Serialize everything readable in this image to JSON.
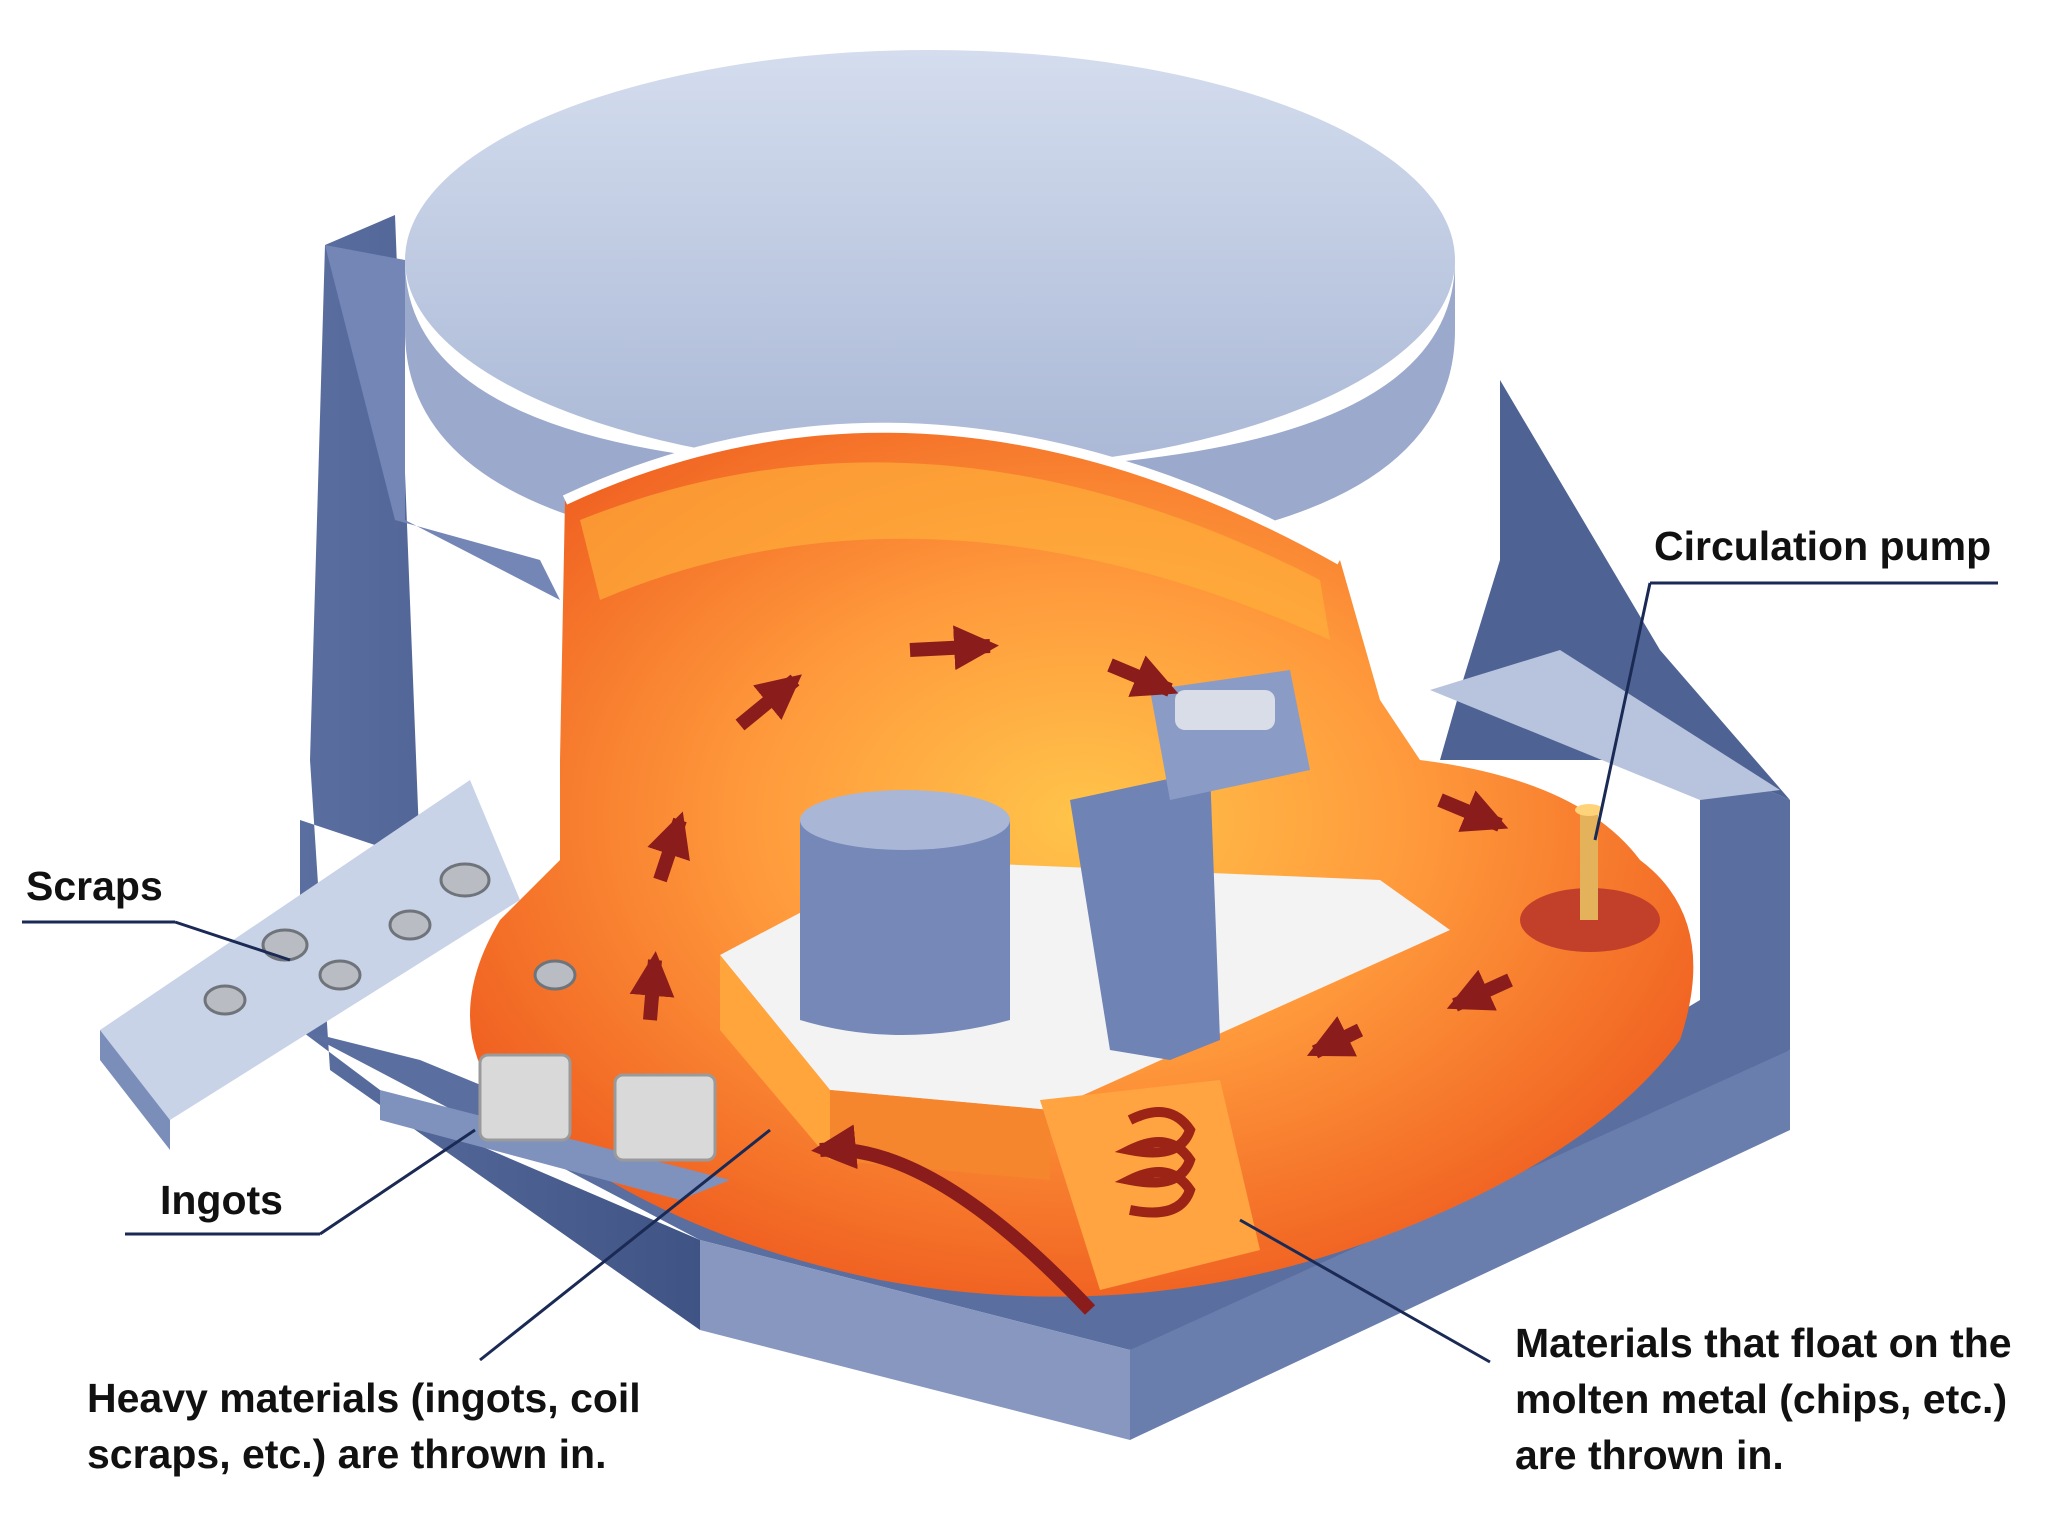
{
  "labels": {
    "circulation_pump": "Circulation pump",
    "scraps": "Scraps",
    "ingots": "Ingots",
    "heavy_materials": [
      "Heavy materials (ingots, coil",
      "scraps, etc.) are thrown in."
    ],
    "floating_materials": [
      "Materials that float on the",
      "molten metal (chips, etc.)",
      "are thrown in."
    ]
  },
  "colors": {
    "steel_light": "#c6d1e6",
    "steel_mid": "#8fa0c6",
    "steel_dark": "#4e6394",
    "molten_orange": "#f4782a",
    "molten_core": "#ff9a3c",
    "molten_glow": "#ffc03a",
    "flow_arrow": "#8a1c1c",
    "leader_line": "#1a2a55"
  }
}
